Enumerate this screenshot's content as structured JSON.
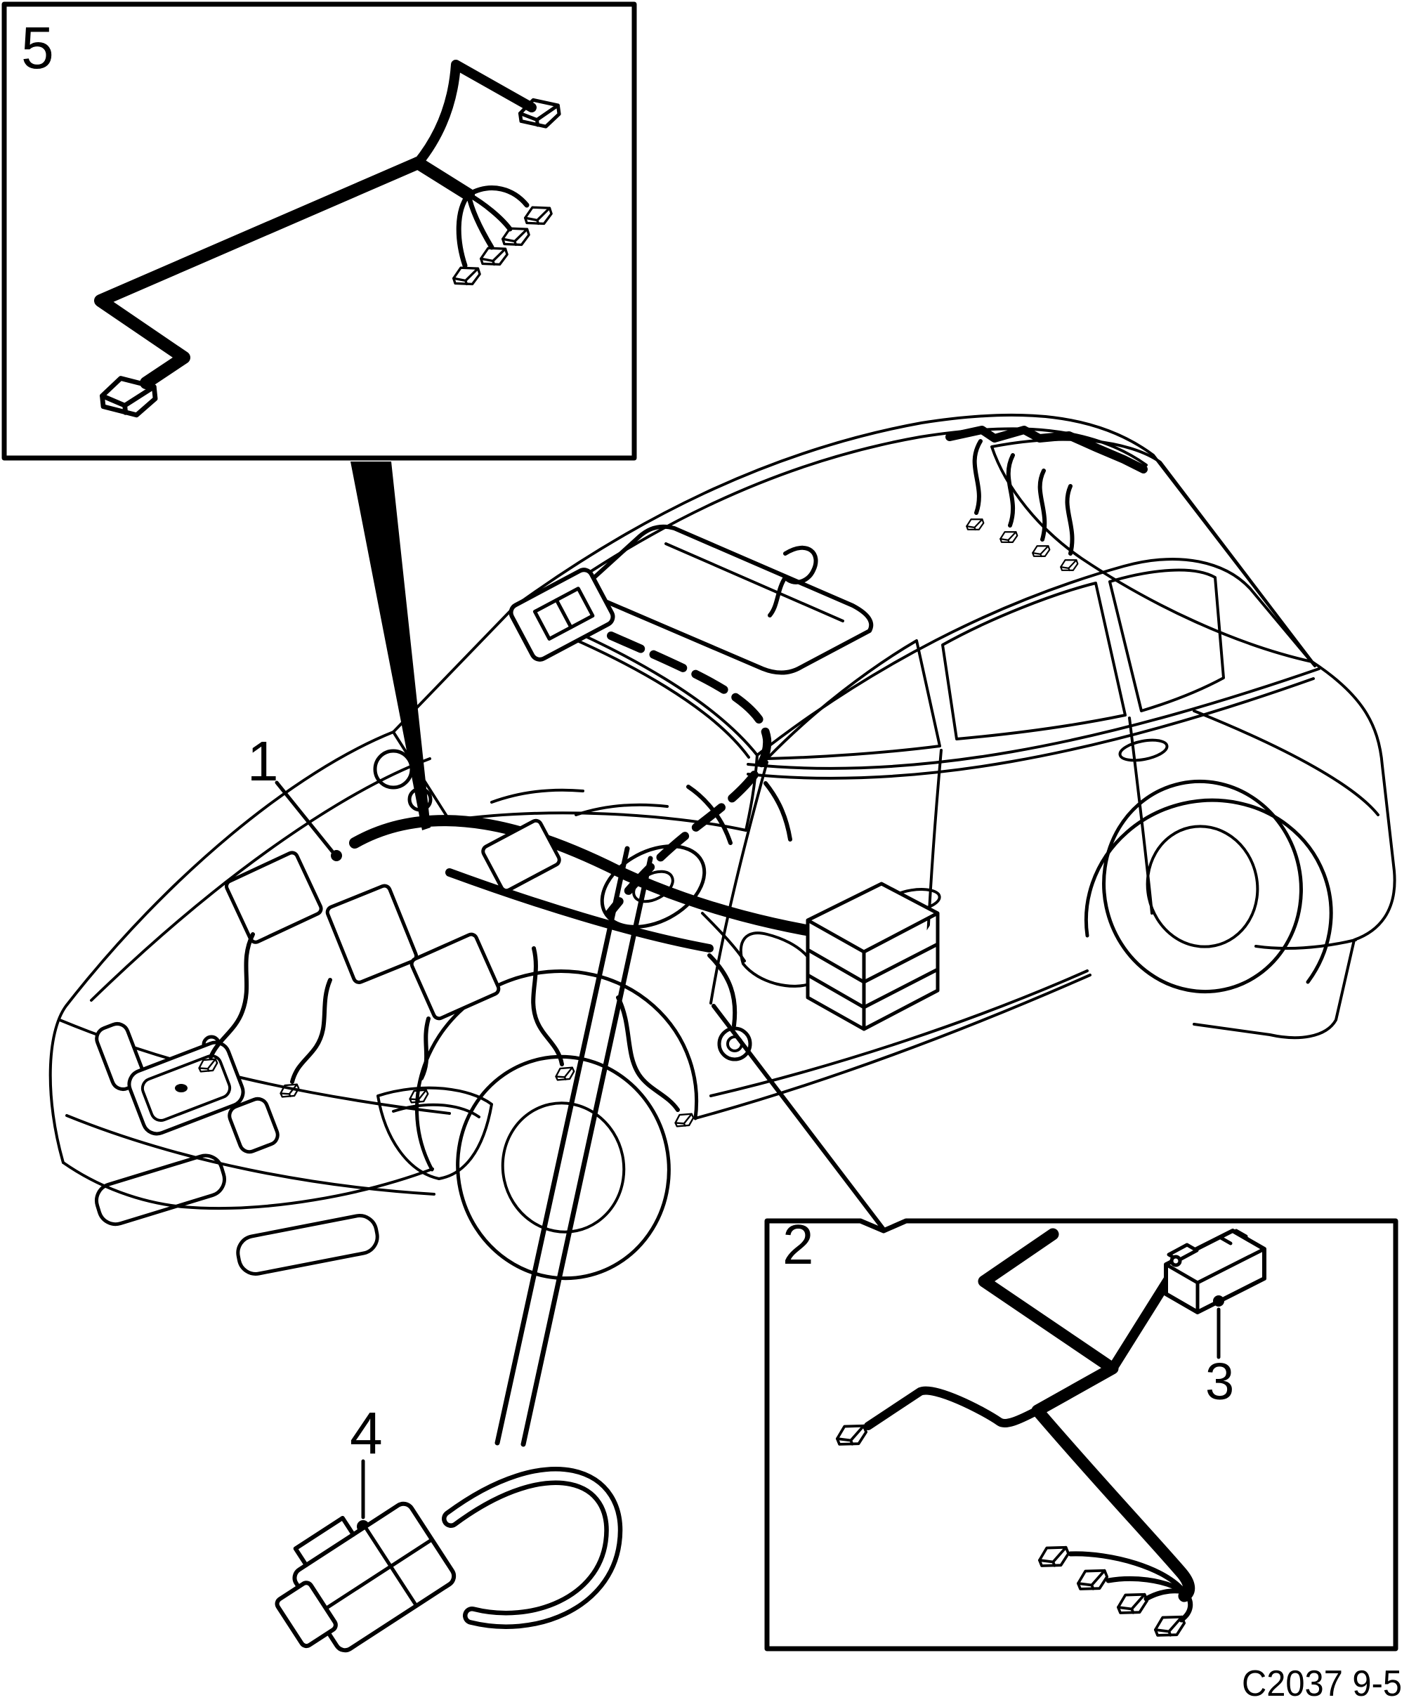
{
  "figure": {
    "background_color": "#ffffff",
    "line_color": "#000000",
    "caption": "C2037 9-5",
    "callouts": {
      "item1": "1",
      "item2": "2",
      "item3": "3",
      "item4": "4",
      "item5": "5"
    }
  }
}
